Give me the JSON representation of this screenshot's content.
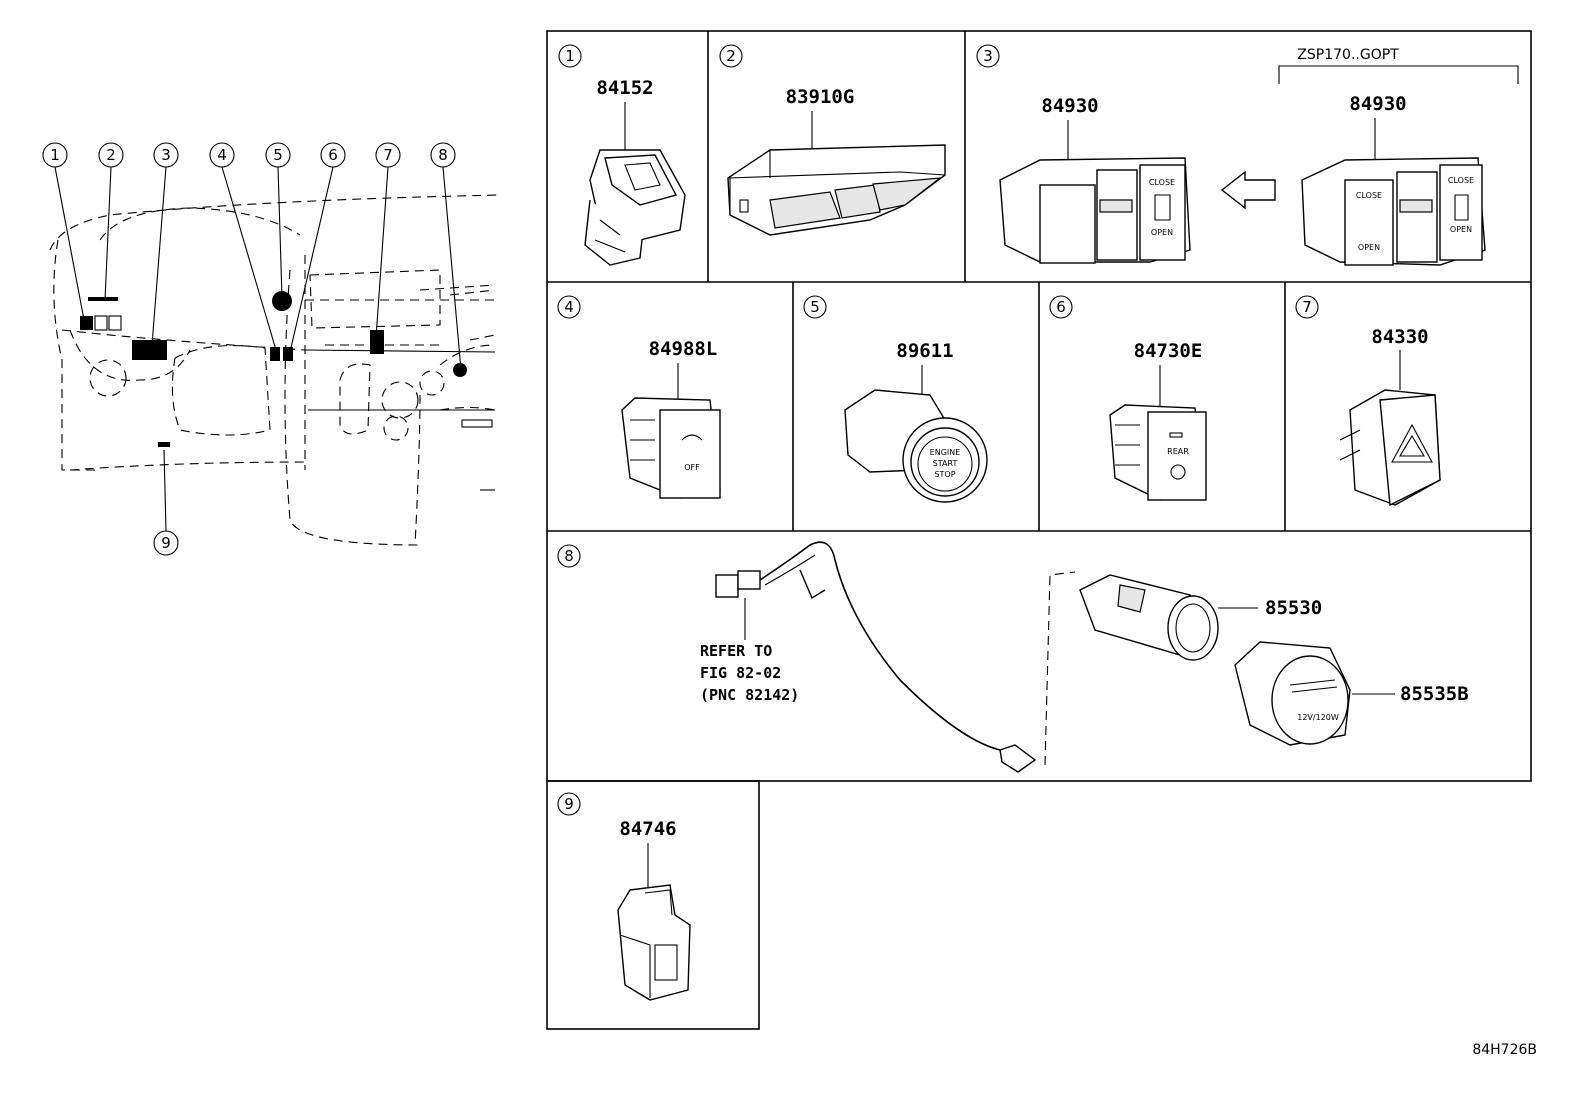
{
  "locator": {
    "callouts": [
      "1",
      "2",
      "3",
      "4",
      "5",
      "6",
      "7",
      "8",
      "9"
    ]
  },
  "panels": [
    {
      "num": "1",
      "parts": [
        "84152"
      ]
    },
    {
      "num": "2",
      "parts": [
        "83910G"
      ]
    },
    {
      "num": "3",
      "parts": [
        "84930",
        "84930"
      ],
      "condition": "ZSP170..GOPT"
    },
    {
      "num": "4",
      "parts": [
        "84988L"
      ]
    },
    {
      "num": "5",
      "parts": [
        "89611"
      ]
    },
    {
      "num": "6",
      "parts": [
        "84730E"
      ]
    },
    {
      "num": "7",
      "parts": [
        "84330"
      ]
    },
    {
      "num": "8",
      "parts": [
        "85530",
        "85535B"
      ],
      "note": [
        "REFER TO",
        "FIG 82-02",
        "(PNC 82142)"
      ]
    },
    {
      "num": "9",
      "parts": [
        "84746"
      ]
    }
  ],
  "switch_labels": {
    "close": "CLOSE",
    "open": "OPEN",
    "off": "OFF",
    "engine": "ENGINE",
    "start": "START",
    "stop": "STOP",
    "rear": "REAR",
    "socket": "12V/120W"
  },
  "illustration_code": "84H726B"
}
